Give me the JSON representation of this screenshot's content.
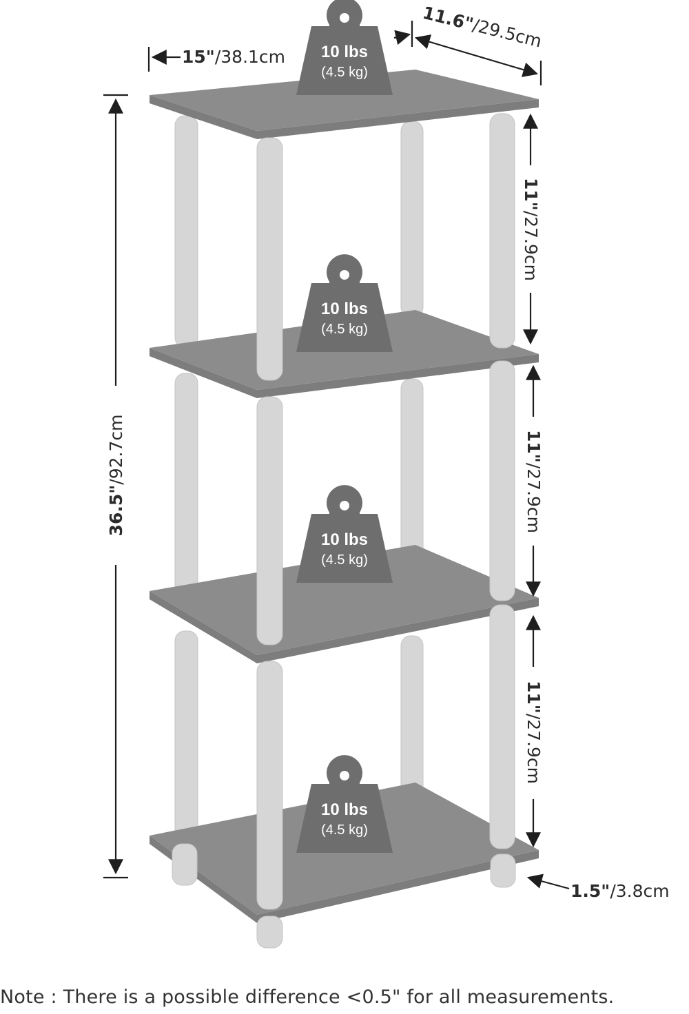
{
  "colors": {
    "shelf": "#8c8c8c",
    "shelf_edge": "#7d7d7d",
    "post": "#d6d6d6",
    "post_shade": "#c4c4c4",
    "weight": "#6e6e6e",
    "line": "#1e1e1e"
  },
  "dimensions": {
    "width": {
      "in": "15\"",
      "cm": "/38.1cm"
    },
    "depth": {
      "in": "11.6\"",
      "cm": "/29.5cm"
    },
    "height": {
      "in": "36.5\"",
      "cm": "/92.7cm"
    },
    "shelf_gaps": [
      {
        "in": "11\"",
        "cm": "/27.9cm"
      },
      {
        "in": "11\"",
        "cm": "/27.9cm"
      },
      {
        "in": "11\"",
        "cm": "/27.9cm"
      }
    ],
    "foot": {
      "in": "1.5\"",
      "cm": "/3.8cm"
    }
  },
  "weight_capacity": [
    {
      "lbs": "10 lbs",
      "kg": "(4.5 kg)"
    },
    {
      "lbs": "10 lbs",
      "kg": "(4.5 kg)"
    },
    {
      "lbs": "10 lbs",
      "kg": "(4.5 kg)"
    },
    {
      "lbs": "10 lbs",
      "kg": "(4.5 kg)"
    }
  ],
  "icons": {
    "weight": "kettlebell-weight-icon"
  },
  "note": "Note : There is a possible difference <0.5\" for all measurements."
}
